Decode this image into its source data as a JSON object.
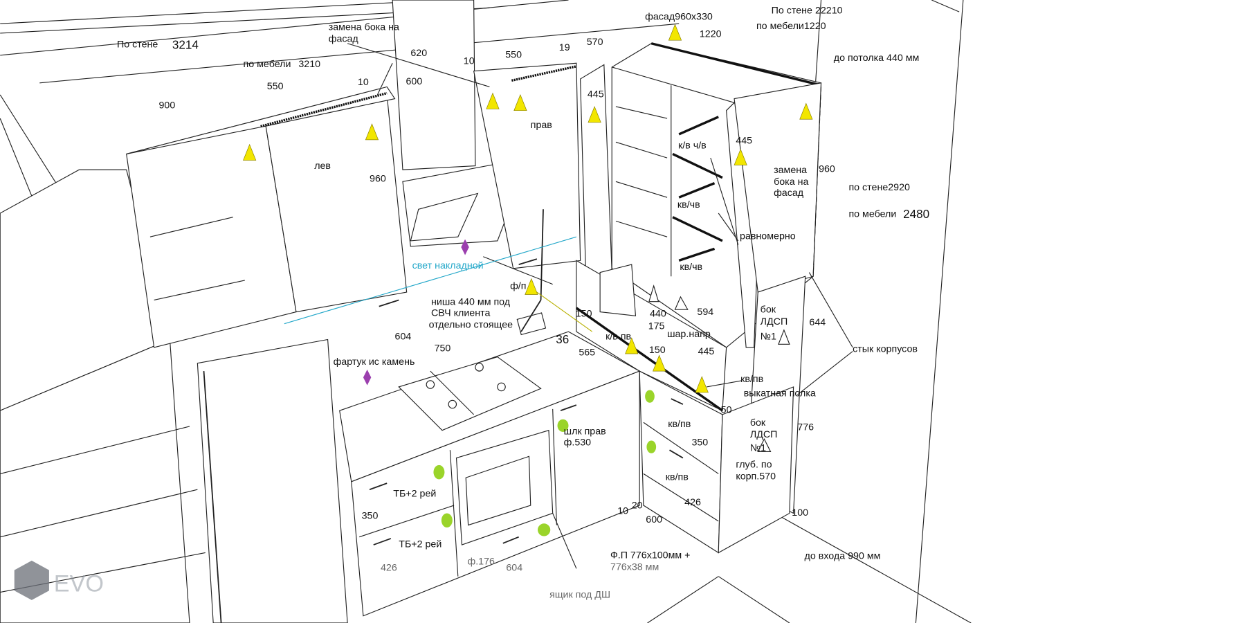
{
  "title": "Kitchen layout sketch",
  "logo": "EVO",
  "labels": {
    "wall_top": "По стене",
    "wall_top_value": "3214",
    "replace_side_1a": "замена бока на",
    "replace_side_1b": "фасад",
    "furniture_top": "по мебели",
    "furniture_top_value": "3210",
    "d620": "620",
    "d10a": "10",
    "d550a": "550",
    "d19": "19",
    "d570": "570",
    "d600": "600",
    "d10b": "10",
    "d550b": "550",
    "d900": "900",
    "facade": "фасад960х330",
    "d1220": "1220",
    "wall_right": "По стене 22210",
    "furniture_right": "по мебели1220",
    "to_ceiling": "до потолка 440 мм",
    "d445a": "445",
    "right": "прав",
    "left": "лев",
    "d960a": "960",
    "kv_chv_1": "к/в ч/в",
    "d445b": "445",
    "replace_side_2a": "замена",
    "replace_side_2b": "бока на",
    "replace_side_2c": "фасад",
    "d960b": "960",
    "wall_2920": "по стене2920",
    "furniture_2480": "по мебели",
    "furniture_2480_value": "2480",
    "kv_chv_2": "кв/чв",
    "evenly": "равномерно",
    "kv_chv_3": "кв/чв",
    "light": "свет накладной",
    "fp": "ф/п",
    "niche_1": "ниша 440 мм под",
    "niche_2": "СВЧ клиента",
    "niche_3": "отдельно стоящее",
    "d150a": "150",
    "d440": "440",
    "d594": "594",
    "d175": "175",
    "side_1a": "бок",
    "side_1b": "ЛДСП",
    "side_1c": "№1",
    "d644": "644",
    "d36": "36",
    "d604a": "604",
    "d750": "750",
    "kv_pv_1": "к/в пв",
    "ball": "шар.напр",
    "d565": "565",
    "d150b": "150",
    "d445c": "445",
    "joint": "стык корпусов",
    "apron": "фартук ис камень",
    "kv_pv_2": "кв/пв",
    "rollout": "выкатная полка",
    "d50": "50",
    "side_2a": "бок",
    "side_2b": "ЛДСП",
    "side_2c": "№1",
    "d776": "776",
    "shlk_1": "шлк прав",
    "shlk_2": "ф.530",
    "kv_pv_3": "кв/пв",
    "d350a": "350",
    "depth_1": "глуб. по",
    "depth_2": "корп.570",
    "tb_1": "ТБ+2 рей",
    "kv_pv_4": "кв/пв",
    "d426a": "426",
    "d350b": "350",
    "d10c": "10",
    "d20": "20",
    "d600b": "600",
    "d100": "100",
    "tb_2": "ТБ+2 рей",
    "plinth_1": "Ф.П 776х100мм +",
    "plinth_2": "776х38 мм",
    "to_entry": "до входа 990 мм",
    "d426b": "426",
    "f176": "ф.176",
    "d604b": "604",
    "dw_drawer": "ящик под ДШ"
  },
  "colors": {
    "marker_yellow": "#f2e600",
    "marker_green": "#9ad42a",
    "marker_purple": "#9b3fae",
    "light_line": "#22a7c9"
  }
}
